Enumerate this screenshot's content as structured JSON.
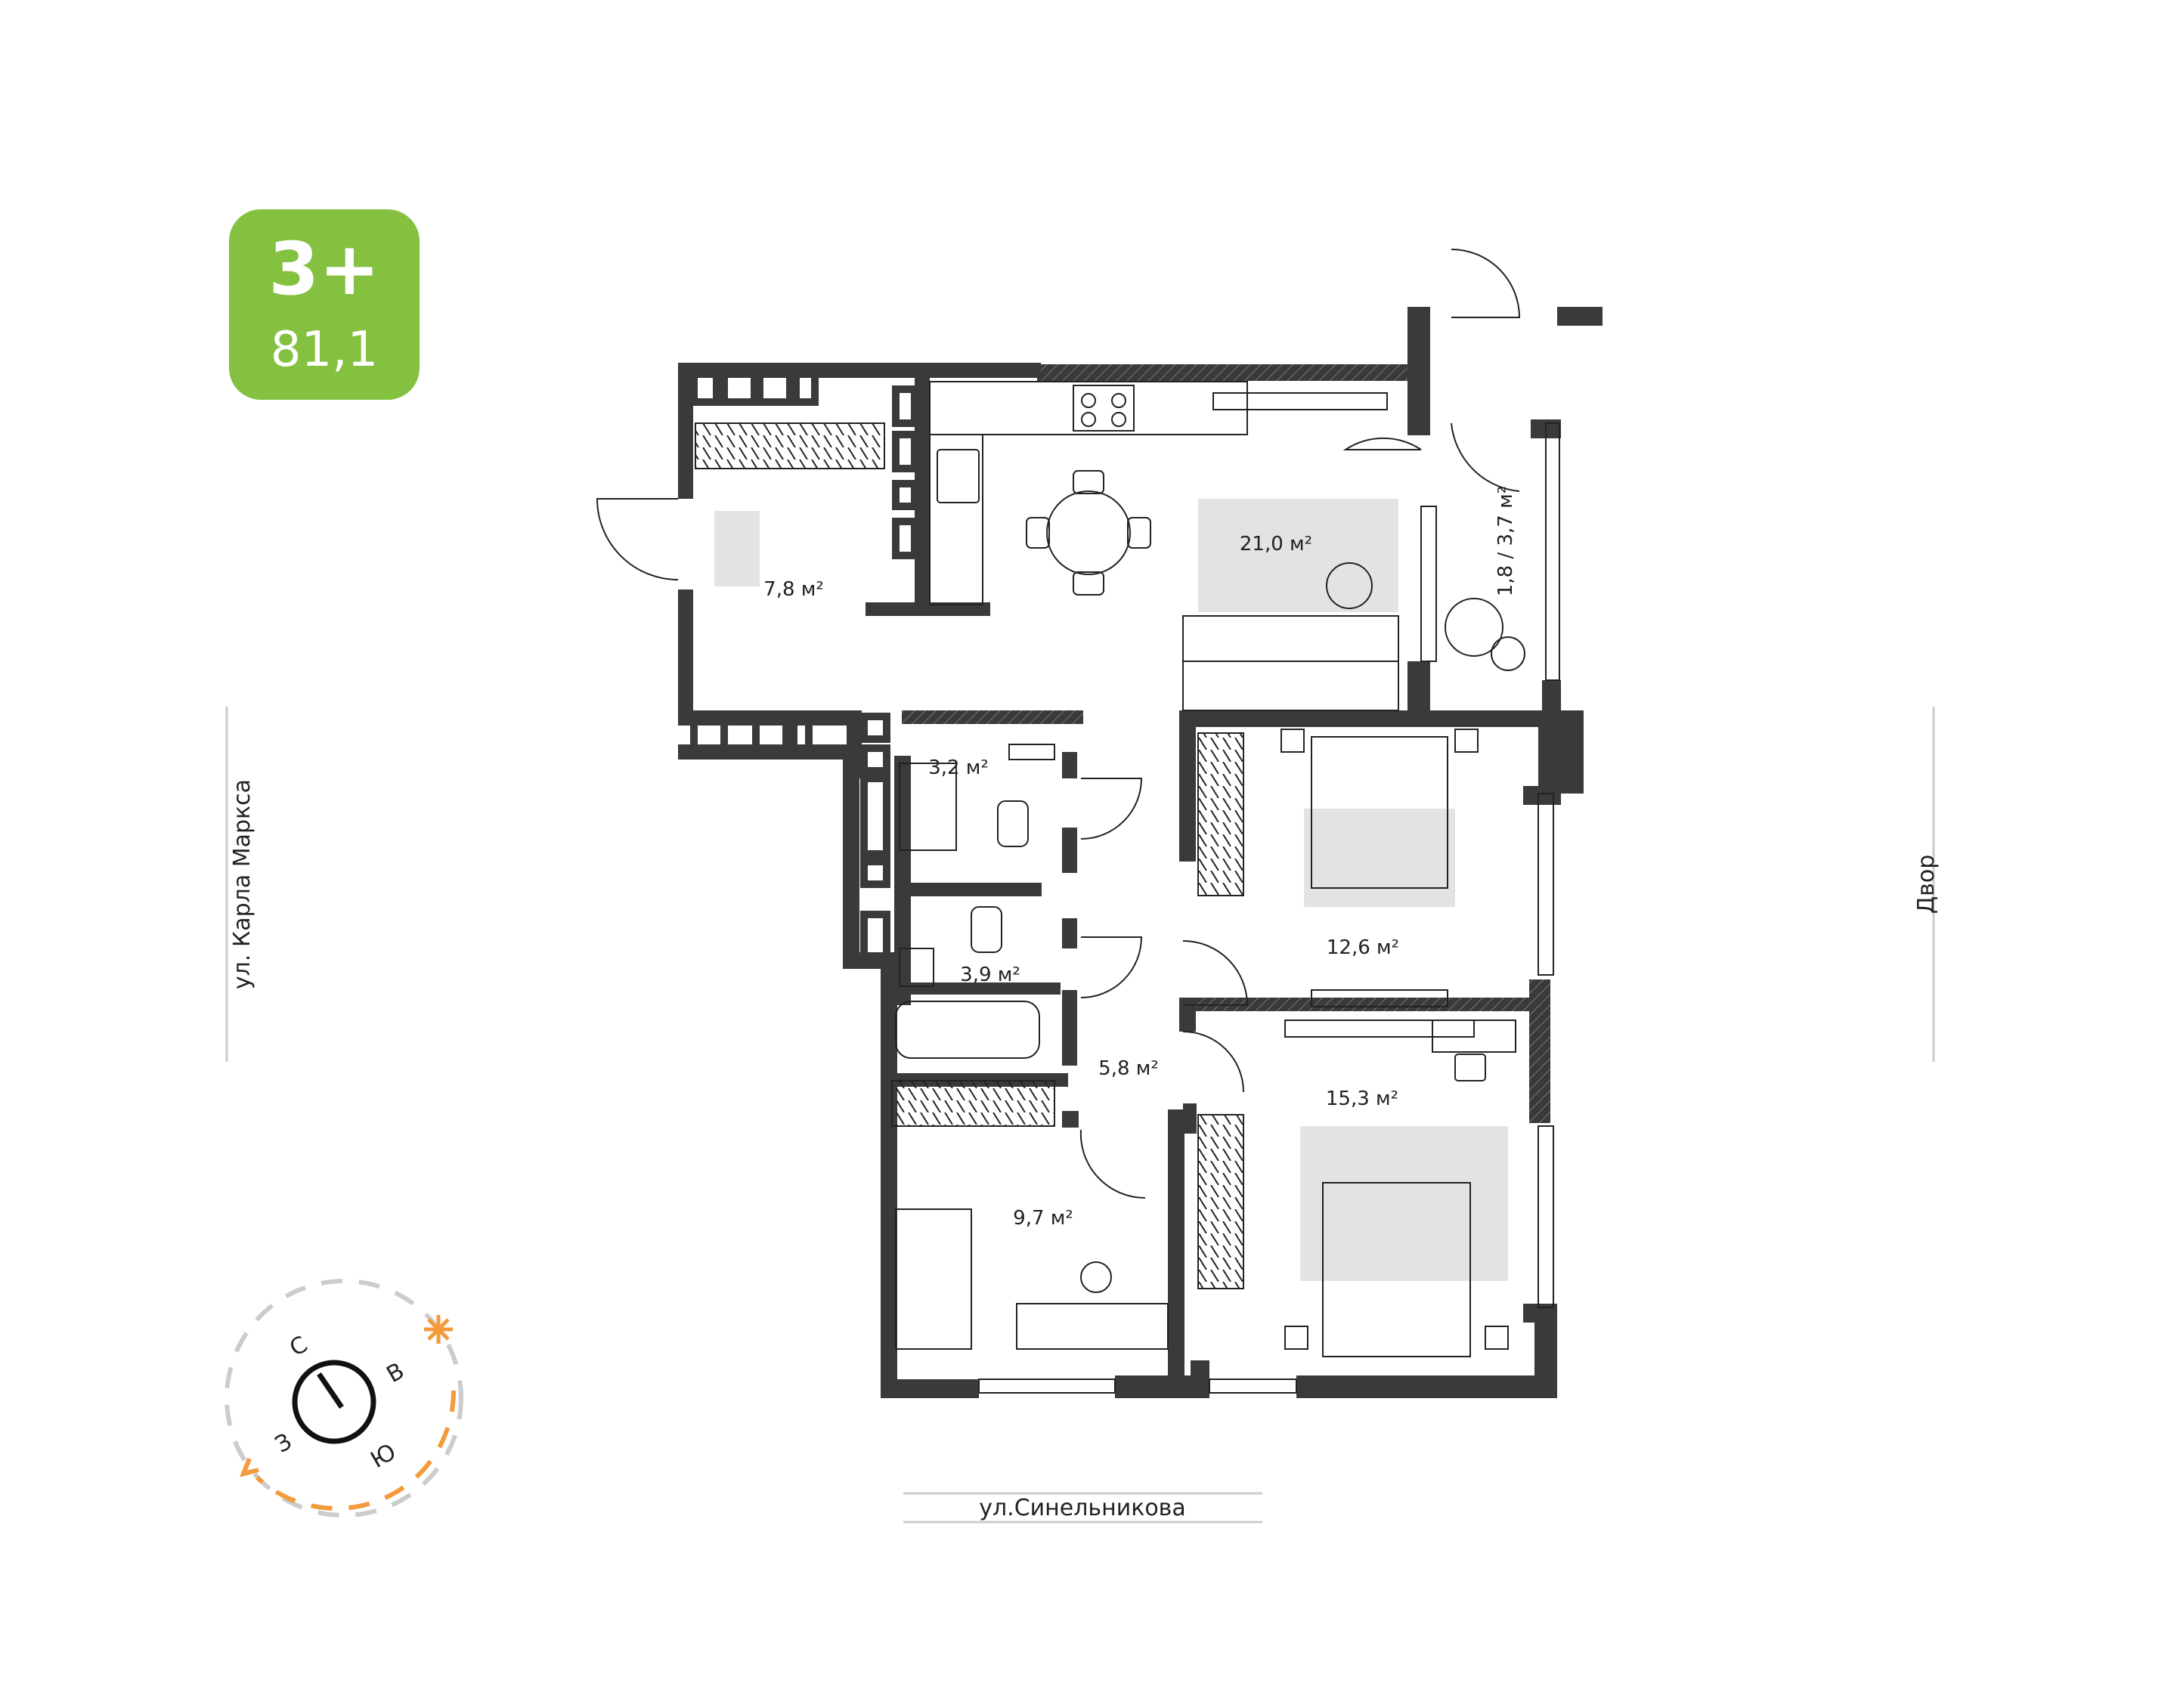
{
  "badge": {
    "rooms": "3+",
    "total_area": "81,1",
    "color": "#84c141"
  },
  "rooms": [
    {
      "id": "hall",
      "area": "7,8 м²"
    },
    {
      "id": "living-kitchen",
      "area": "21,0 м²"
    },
    {
      "id": "balcony",
      "area": "1,8 / 3,7 м²"
    },
    {
      "id": "bathroom-1",
      "area": "3,2 м²"
    },
    {
      "id": "bathroom-2",
      "area": "3,9 м²"
    },
    {
      "id": "corridor",
      "area": "5,8 м²"
    },
    {
      "id": "bedroom-1",
      "area": "12,6 м²"
    },
    {
      "id": "bedroom-2",
      "area": "15,3 м²"
    },
    {
      "id": "kids-room",
      "area": "9,7 м²"
    }
  ],
  "streets": {
    "left": "ул. Карла Маркса",
    "right": "Двор",
    "bottom": "ул.Синельникова"
  },
  "compass": {
    "north": "С",
    "east": "В",
    "south": "Ю",
    "west": "З",
    "sun_color": "#f39a3a"
  },
  "colors": {
    "wall": "#3a3a3c",
    "rug": "#e3e3e3",
    "line": "#222222"
  }
}
